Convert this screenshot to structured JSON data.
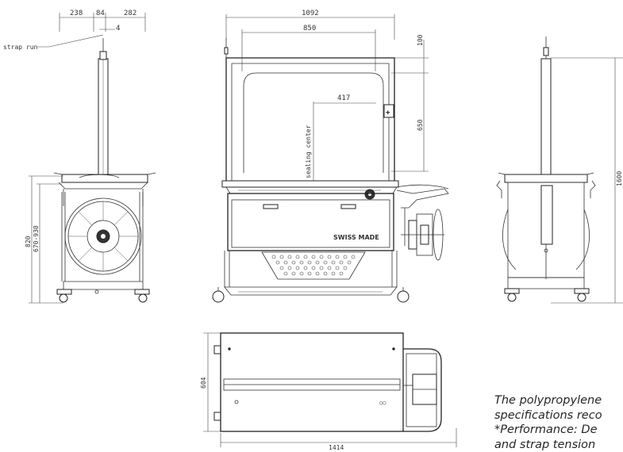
{
  "side_view": {
    "dims": {
      "d238": "238",
      "d84": "84",
      "d282": "282",
      "d4": "4",
      "d820": "820",
      "d670_930": "670-930"
    },
    "strap_run_label": "strap run"
  },
  "front_view": {
    "dims": {
      "d1092": "1092",
      "d850": "850",
      "d100": "100",
      "d417": "417",
      "d650": "650"
    },
    "sealing_center_label": "sealing center",
    "brand_text": "SWISS MADE"
  },
  "right_view": {
    "dims": {
      "d1600": "1600"
    }
  },
  "top_view": {
    "dims": {
      "d604": "604",
      "d1414": "1414"
    }
  },
  "caption": {
    "line1": "The polypropylene",
    "line2": "specifications reco",
    "line3": "*Performance: De",
    "line4": "and strap tension"
  }
}
